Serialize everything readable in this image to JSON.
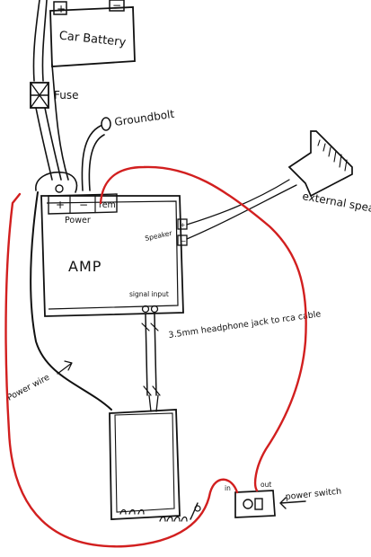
{
  "labels": {
    "battery": "Car Battery",
    "battery_plus": "+",
    "battery_minus": "−",
    "fuse": "Fuse",
    "ground_bolt": "Groundbolt",
    "external_speaker": "external speaker",
    "amp_plus": "+",
    "amp_minus": "−",
    "amp_rem": "rem",
    "amp_power": "Power",
    "amp_title": "AMP",
    "amp_speaker": "Speaker",
    "speaker_plus": "+",
    "speaker_minus": "−",
    "signal_input": "signal input",
    "cable": "3.5mm headphone jack to rca cable",
    "power_wire": "Power wire",
    "switch_in": "in",
    "switch_out": "out",
    "power_switch": "power switch"
  },
  "colors": {
    "ink": "#111111",
    "remote_wire": "#d21f1f"
  }
}
